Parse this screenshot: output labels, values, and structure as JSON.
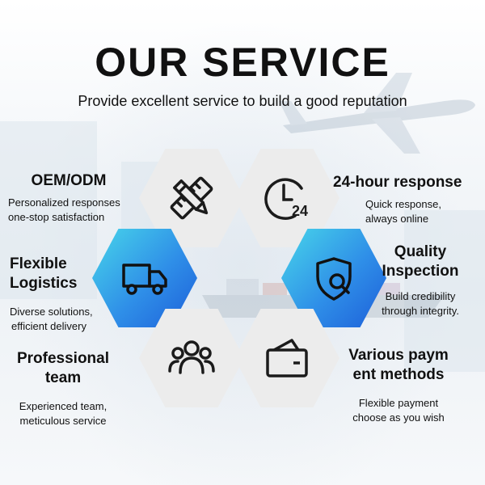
{
  "header": {
    "title": "OUR SERVICE",
    "subtitle": "Provide excellent service to build a good reputation"
  },
  "services": [
    {
      "title": "OEM/ODM",
      "desc1": "Personalized responses",
      "desc2": "one-stop satisfaction",
      "icon": "pencil-ruler-icon"
    },
    {
      "title": "24-hour response",
      "desc1": "Quick response,",
      "desc2": "always online",
      "icon": "clock-24-icon"
    },
    {
      "title1": "Flexible",
      "title2": "Logistics",
      "desc1": "Diverse solutions,",
      "desc2": "efficient delivery",
      "icon": "truck-icon"
    },
    {
      "title1": "Quality",
      "title2": "Inspection",
      "desc1": "Build credibility",
      "desc2": "through integrity.",
      "icon": "shield-search-icon"
    },
    {
      "title1": "Professional",
      "title2": "team",
      "desc1": "Experienced team,",
      "desc2": "meticulous service",
      "icon": "team-icon"
    },
    {
      "title1": "Various paym",
      "title2": "ent methods",
      "desc1": "Flexible payment",
      "desc2": "choose as you wish",
      "icon": "wallet-icon"
    }
  ],
  "colors": {
    "accent_start": "#48d6ea",
    "accent_end": "#1d5fd9",
    "hex_gray": "#ececec",
    "text": "#111111"
  }
}
